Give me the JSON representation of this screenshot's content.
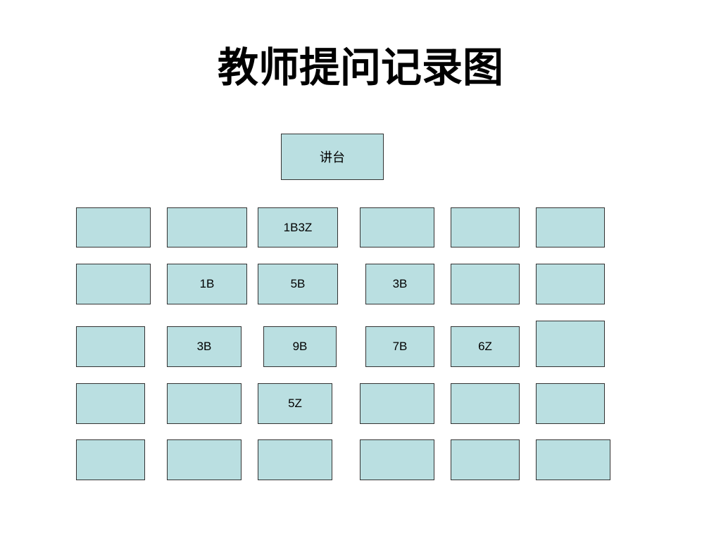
{
  "title": "教师提问记录图",
  "podium_label": "讲台",
  "seat_color": "#badfe1",
  "border_color": "#333333",
  "seats": [
    [
      "",
      "",
      "1B3Z",
      "",
      "",
      ""
    ],
    [
      "",
      "1B",
      "5B",
      "3B",
      "",
      ""
    ],
    [
      "",
      "3B",
      "9B",
      "7B",
      "6Z",
      ""
    ],
    [
      "",
      "",
      "5Z",
      "",
      "",
      ""
    ],
    [
      "",
      "",
      "",
      "",
      "",
      ""
    ]
  ]
}
